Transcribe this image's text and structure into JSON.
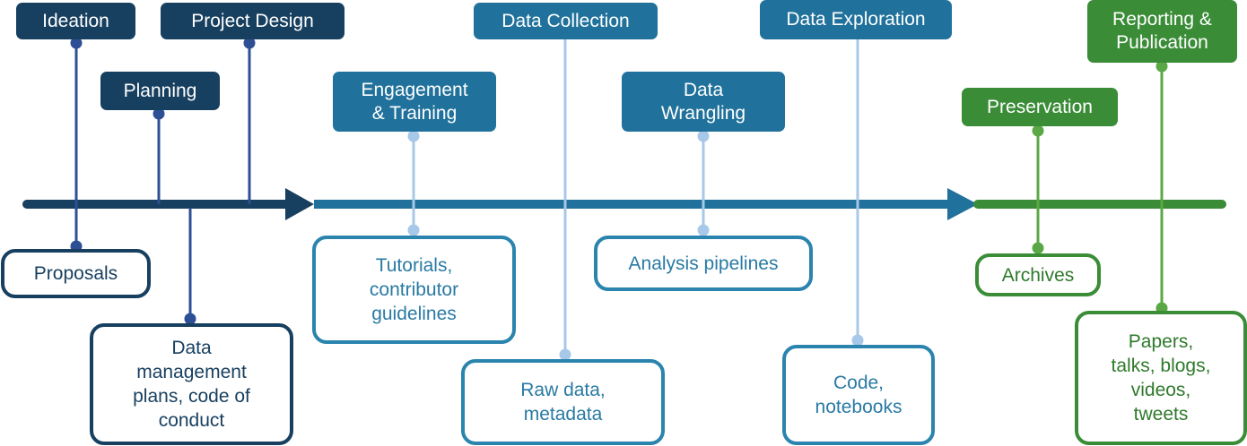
{
  "colors": {
    "dark": "#173f5f",
    "mid": "#20719b",
    "green": "#3a8c37",
    "dark_connector": "#2e4f95",
    "mid_connector": "#a7c8e8",
    "green_connector": "#5aa845"
  },
  "stages": [
    {
      "id": "ideation",
      "label": "Ideation"
    },
    {
      "id": "project-design",
      "label": "Project Design"
    },
    {
      "id": "planning",
      "label": "Planning"
    },
    {
      "id": "engagement-training",
      "label": "Engagement\n& Training"
    },
    {
      "id": "data-collection",
      "label": "Data Collection"
    },
    {
      "id": "data-wrangling",
      "label": "Data\nWrangling"
    },
    {
      "id": "data-exploration",
      "label": "Data Exploration"
    },
    {
      "id": "preservation",
      "label": "Preservation"
    },
    {
      "id": "reporting-publication",
      "label": "Reporting &\nPublication"
    }
  ],
  "outputs": [
    {
      "id": "proposals",
      "label": "Proposals"
    },
    {
      "id": "data-management",
      "label": "Data\nmanagement\nplans, code of\nconduct"
    },
    {
      "id": "tutorials",
      "label": "Tutorials,\ncontributor\nguidelines"
    },
    {
      "id": "raw-data",
      "label": "Raw data,\nmetadata"
    },
    {
      "id": "analysis-pipelines",
      "label": "Analysis pipelines"
    },
    {
      "id": "code-notebooks",
      "label": "Code,\nnotebooks"
    },
    {
      "id": "archives",
      "label": "Archives"
    },
    {
      "id": "papers",
      "label": "Papers,\ntalks, blogs,\nvideos,\ntweets"
    }
  ]
}
